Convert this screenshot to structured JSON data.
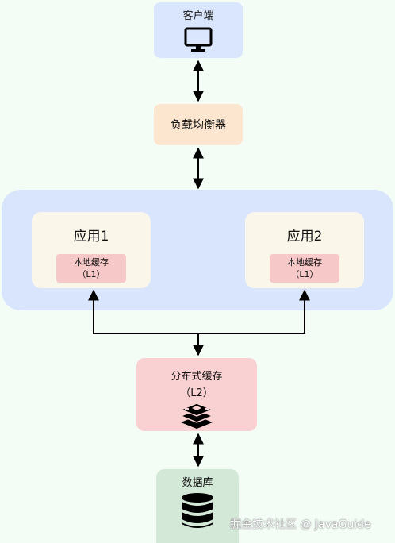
{
  "client": {
    "label": "客户端",
    "icon": "monitor-icon"
  },
  "load_balancer": {
    "label": "负载均衡器"
  },
  "apps": [
    {
      "title": "应用1",
      "cache_line1": "本地缓存",
      "cache_line2": "（L1）"
    },
    {
      "title": "应用2",
      "cache_line1": "本地缓存",
      "cache_line2": "（L1）"
    }
  ],
  "distributed_cache": {
    "line1": "分布式缓存",
    "line2": "（L2）",
    "icon": "redis-icon"
  },
  "database": {
    "label": "数据库",
    "icon": "database-icon"
  },
  "watermark": "掘金技术社区 @ JavaGuide",
  "colors": {
    "background": "#f3fdf6",
    "client": "#d9e6fd",
    "load_balancer": "#fde6cf",
    "cluster": "#d8e5fd",
    "app": "#fbf6ea",
    "local_cache": "#f7c8c8",
    "distributed_cache": "#fad1d2",
    "database": "#d4e8d8"
  }
}
